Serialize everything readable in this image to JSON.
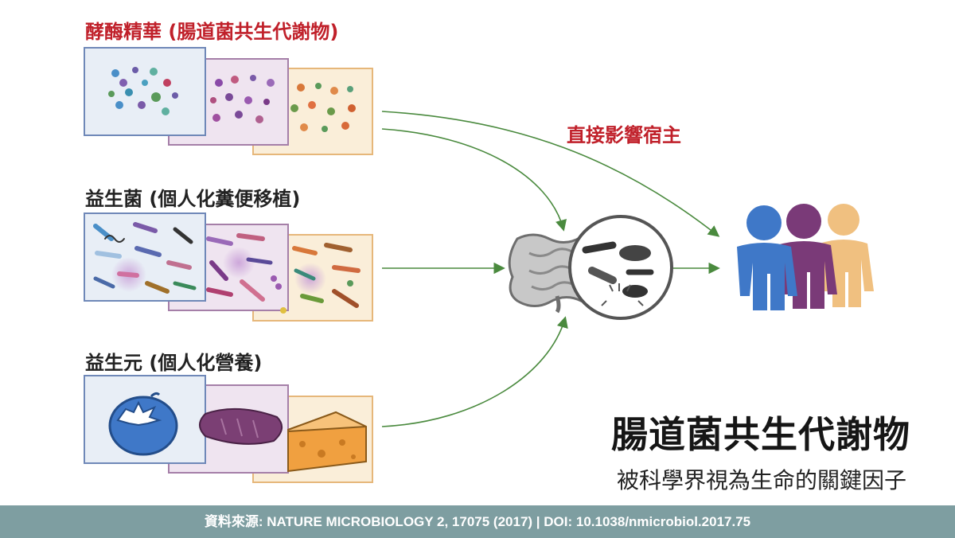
{
  "labels": {
    "postbiotics": "酵酶精華 (腸道菌共生代謝物)",
    "probiotics": "益生菌 (個人化糞便移植)",
    "prebiotics": "益生元 (個人化營養)",
    "direct_effect": "直接影響宿主"
  },
  "title": "腸道菌共生代謝物",
  "subtitle": "被科學界視為生命的關鍵因子",
  "footer": "資料來源: NATURE MICROBIOLOGY 2, 17075 (2017) | DOI: 10.1038/nmicrobiol.2017.75",
  "colors": {
    "accent_red": "#c0202a",
    "arrow_green": "#4a8a3e",
    "footer_bg": "#7e9ea1",
    "panel_blue": "#e8eef6",
    "panel_purple": "#efe4f0",
    "panel_orange": "#faeed9",
    "person_blue": "#3f78c8",
    "person_purple": "#7a3a78",
    "person_orange": "#f0c080"
  },
  "icons": [
    "metabolite-dots",
    "bacteria",
    "tomato-icon",
    "bread-icon",
    "cheese-icon",
    "intestine-icon",
    "people-icon"
  ]
}
